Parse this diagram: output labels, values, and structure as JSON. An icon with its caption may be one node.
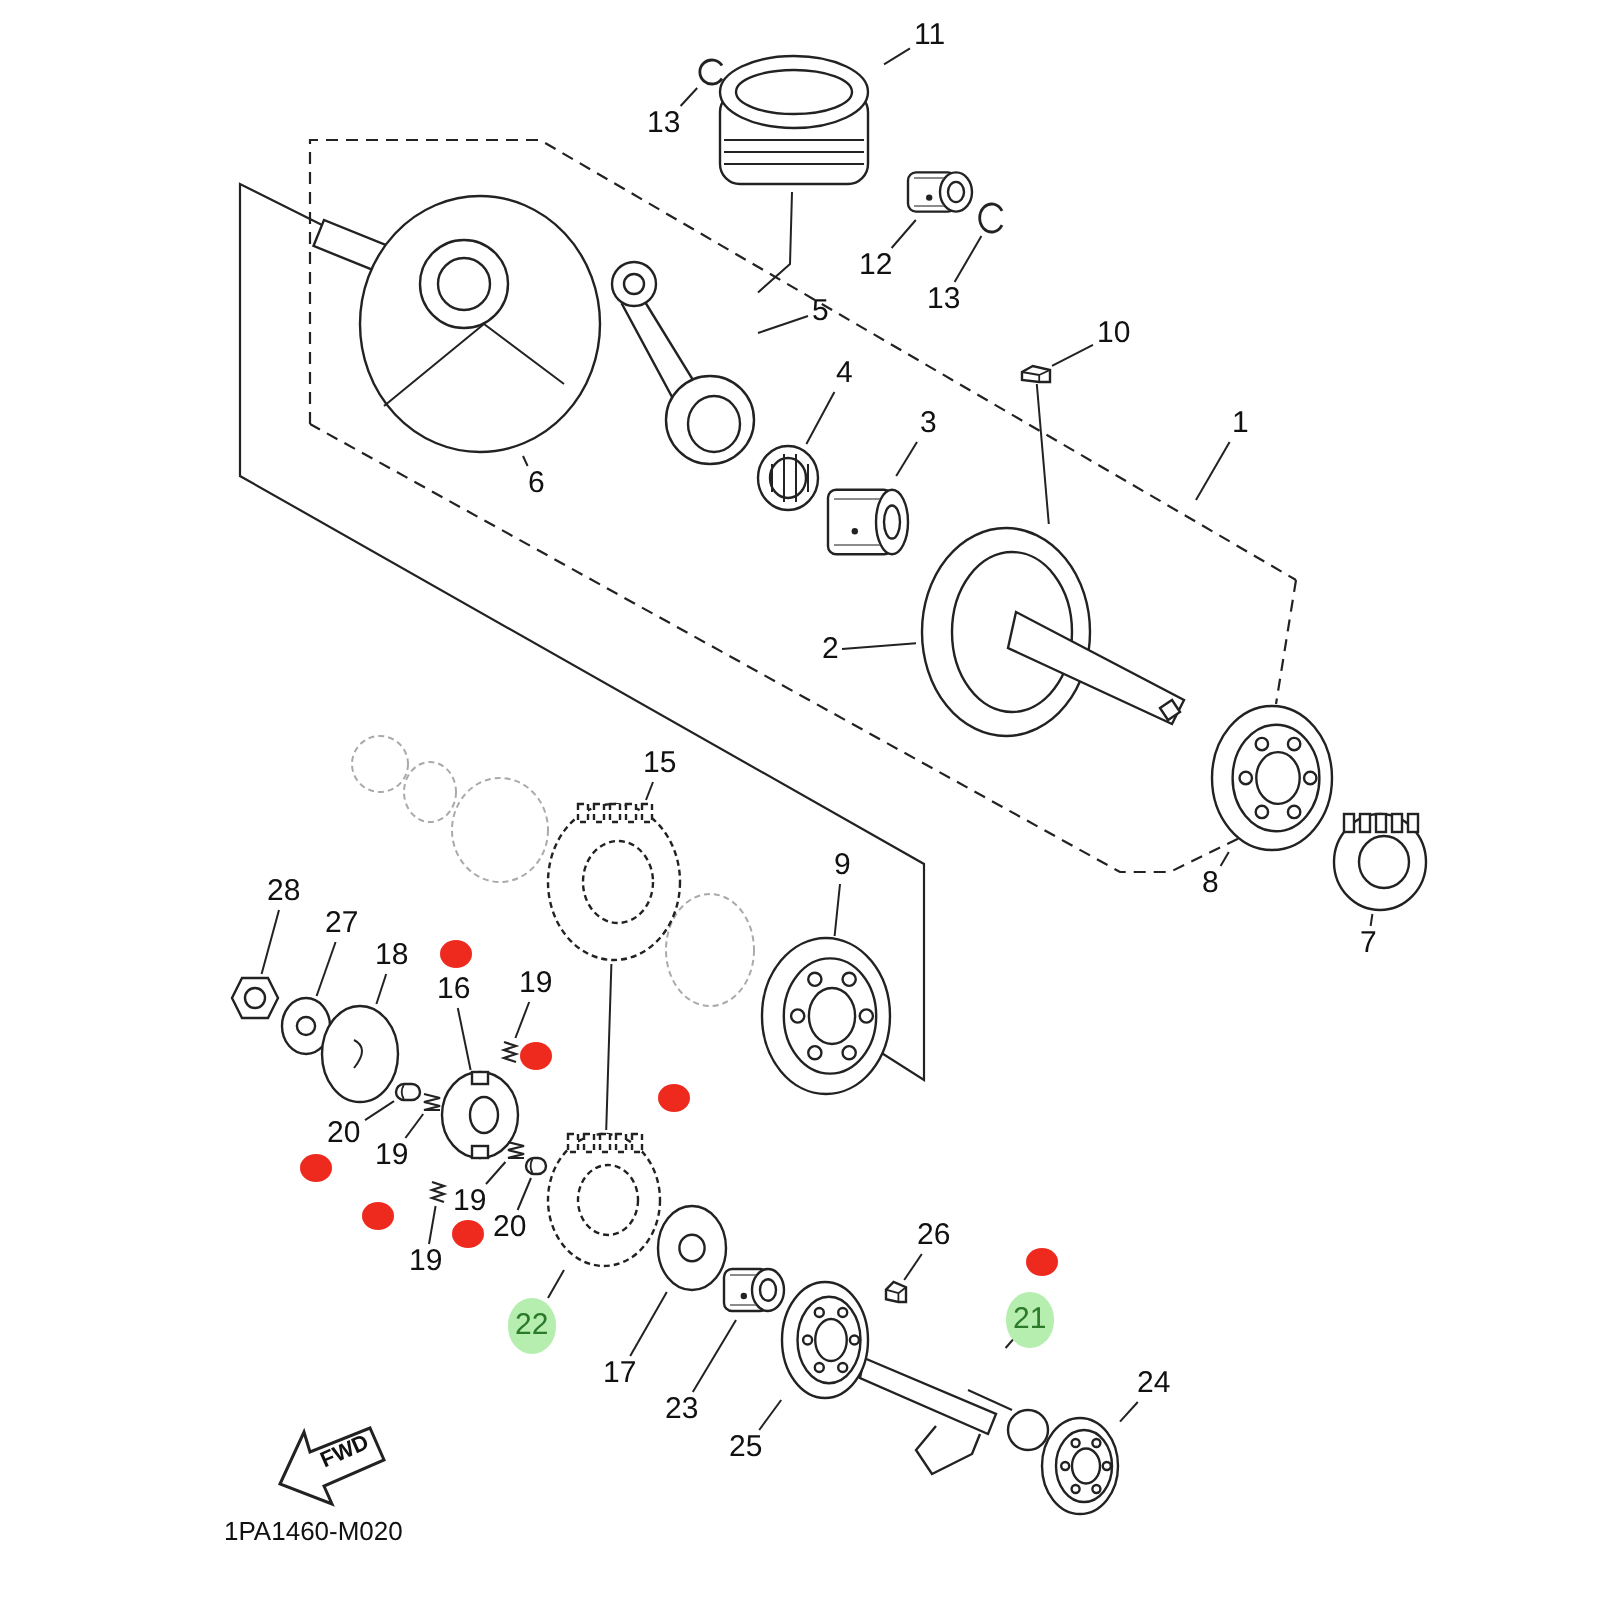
{
  "diagram": {
    "nodes": [
      {
        "text": [
          "11"
        ]
      },
      {
        "text": [],
        "shape": "picture"
      },
      {
        "text": [
          "13"
        ]
      },
      {
        "text": [],
        "shape": "picture"
      },
      {
        "text": [
          "12"
        ]
      },
      {
        "text": [],
        "shape": "picture"
      },
      {
        "text": [
          "13"
        ]
      },
      {
        "text": [],
        "shape": "picture"
      },
      {
        "text": [
          "5"
        ]
      },
      {
        "text": [],
        "shape": "picture"
      },
      {
        "text": [
          "10"
        ]
      },
      {
        "text": [],
        "shape": "picture"
      },
      {
        "text": [
          "4"
        ]
      },
      {
        "text": [],
        "shape": "picture"
      },
      {
        "text": [
          "3"
        ]
      },
      {
        "text": [],
        "shape": "picture"
      },
      {
        "text": [
          "1"
        ]
      },
      {
        "text": [
          "6"
        ]
      },
      {
        "text": [],
        "shape": "picture"
      },
      {
        "text": [
          "2"
        ]
      },
      {
        "text": [],
        "shape": "picture"
      },
      {
        "text": [
          "15"
        ]
      },
      {
        "text": [],
        "shape": "picture"
      },
      {
        "text": [
          "9"
        ]
      },
      {
        "text": [],
        "shape": "picture"
      },
      {
        "text": [
          "8"
        ]
      },
      {
        "text": [],
        "shape": "picture"
      },
      {
        "text": [
          "28"
        ]
      },
      {
        "text": [],
        "shape": "picture"
      },
      {
        "text": [
          "27"
        ]
      },
      {
        "text": [],
        "shape": "picture"
      },
      {
        "text": [
          "7"
        ]
      },
      {
        "text": [],
        "shape": "picture"
      },
      {
        "text": [
          "18"
        ]
      },
      {
        "text": [],
        "shape": "picture"
      },
      {
        "text": [
          "16"
        ]
      },
      {
        "text": [],
        "shape": "picture"
      },
      {
        "text": [
          "19"
        ]
      },
      {
        "text": [],
        "shape": "picture"
      },
      {
        "text": [
          "20"
        ]
      },
      {
        "text": [],
        "shape": "picture"
      },
      {
        "text": [
          "19"
        ]
      },
      {
        "text": [],
        "shape": "picture"
      },
      {
        "text": [
          "19"
        ]
      },
      {
        "text": [],
        "shape": "picture"
      },
      {
        "text": [
          "20"
        ]
      },
      {
        "text": [],
        "shape": "picture"
      },
      {
        "text": [
          "26"
        ]
      },
      {
        "text": [],
        "shape": "picture"
      },
      {
        "text": [
          "19"
        ]
      },
      {
        "text": [],
        "shape": "picture"
      },
      {
        "text": [
          "21"
        ]
      },
      {
        "text": [],
        "shape": "picture"
      },
      {
        "text": [
          "22"
        ]
      },
      {
        "text": [],
        "shape": "picture"
      },
      {
        "text": [
          "17"
        ]
      },
      {
        "text": [],
        "shape": "picture"
      },
      {
        "text": [
          "24"
        ]
      },
      {
        "text": [],
        "shape": "picture"
      },
      {
        "text": [
          "23"
        ]
      },
      {
        "text": [],
        "shape": "picture"
      },
      {
        "text": [
          "25"
        ]
      },
      {
        "text": [],
        "shape": "picture"
      }
    ],
    "edges": [
      {
        "from": 0,
        "to": 1,
        "arrow": "none"
      },
      {
        "from": 2,
        "to": 3,
        "arrow": "none"
      },
      {
        "from": 4,
        "to": 5,
        "arrow": "none"
      },
      {
        "from": 6,
        "to": 7,
        "arrow": "none"
      },
      {
        "from": 8,
        "to": 9,
        "arrow": "none"
      },
      {
        "from": 10,
        "to": 11,
        "arrow": "none"
      },
      {
        "from": 12,
        "to": 13,
        "arrow": "none"
      },
      {
        "from": 14,
        "to": 15,
        "arrow": "none"
      },
      {
        "from": 16,
        "to": null,
        "arrow": "none"
      },
      {
        "from": 17,
        "to": 18,
        "arrow": "none"
      },
      {
        "from": 19,
        "to": 20,
        "arrow": "none"
      },
      {
        "from": 21,
        "to": 22,
        "arrow": "none"
      },
      {
        "from": 23,
        "to": 24,
        "arrow": "none"
      },
      {
        "from": 25,
        "to": 26,
        "arrow": "none"
      },
      {
        "from": 27,
        "to": 28,
        "arrow": "none"
      },
      {
        "from": 29,
        "to": 30,
        "arrow": "none"
      },
      {
        "from": 31,
        "to": 32,
        "arrow": "none"
      },
      {
        "from": 33,
        "to": 34,
        "arrow": "none"
      },
      {
        "from": 35,
        "to": 36,
        "arrow": "none"
      },
      {
        "from": 37,
        "to": 38,
        "arrow": "none"
      },
      {
        "from": 39,
        "to": 40,
        "arrow": "none"
      },
      {
        "from": 41,
        "to": 42,
        "arrow": "none"
      },
      {
        "from": 43,
        "to": 44,
        "arrow": "none"
      },
      {
        "from": 45,
        "to": 46,
        "arrow": "none"
      },
      {
        "from": 47,
        "to": 48,
        "arrow": "none"
      },
      {
        "from": 49,
        "to": 50,
        "arrow": "none"
      },
      {
        "from": 51,
        "to": 52,
        "arrow": "none"
      },
      {
        "from": 53,
        "to": 54,
        "arrow": "none"
      },
      {
        "from": 55,
        "to": 56,
        "arrow": "none"
      },
      {
        "from": 57,
        "to": 58,
        "arrow": "none"
      },
      {
        "from": 59,
        "to": 60,
        "arrow": "none"
      },
      {
        "from": 61,
        "to": 62,
        "arrow": "none"
      },
      {
        "from": 9,
        "to": 1,
        "arrow": "none"
      },
      {
        "from": 11,
        "to": 20,
        "arrow": "none"
      },
      {
        "from": 22,
        "to": 54,
        "arrow": "none"
      }
    ],
    "labels": [
      "FWD",
      "1PA1460-M020"
    ]
  }
}
